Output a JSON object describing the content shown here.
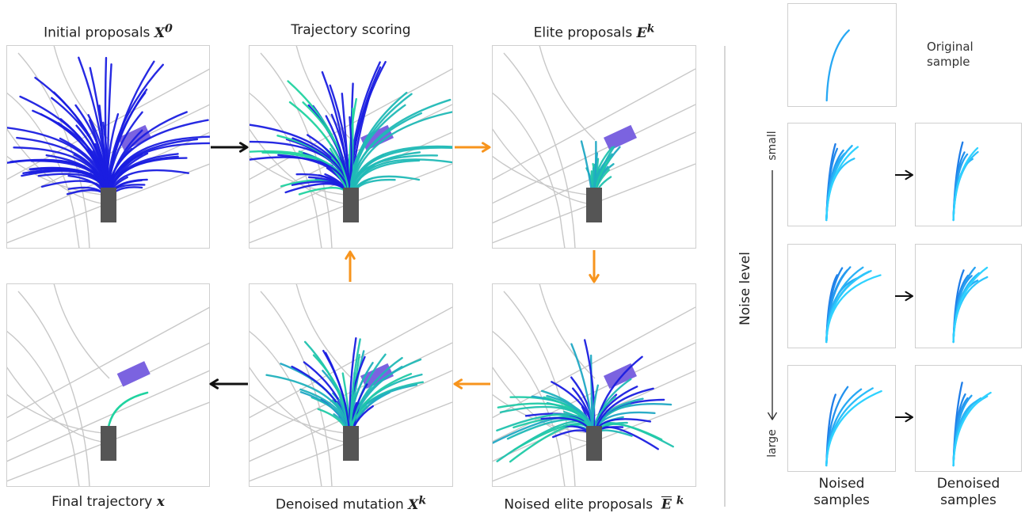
{
  "captions": {
    "initial": "Initial proposals",
    "initial_sym": "X",
    "initial_sup": "0",
    "scoring": "Trajectory scoring",
    "elite": "Elite proposals",
    "elite_sym": "E",
    "elite_sup": "k",
    "final": "Final trajectory",
    "final_sym": "x",
    "denoised": "Denoised mutation",
    "denoised_sym": "X",
    "denoised_sup": "k",
    "noised": "Noised elite proposals",
    "noised_sym": "E",
    "noised_sup": "k"
  },
  "right": {
    "original_line1": "Original",
    "original_line2": "sample",
    "axis_label": "Noise level",
    "small": "small",
    "large": "large",
    "col1_line1": "Noised",
    "col1_line2": "samples",
    "col2_line1": "Denoised",
    "col2_line2": "samples"
  },
  "colors": {
    "trajectory_dark": "#1a1ee0",
    "trajectory_mid": "#1f7de8",
    "trajectory_light": "#20d3a0",
    "ego_vehicle": "#555555",
    "other_vehicle": "#7b63e0",
    "road": "#c8c8c8",
    "arrow_black": "#111111",
    "arrow_orange": "#f7941d"
  }
}
